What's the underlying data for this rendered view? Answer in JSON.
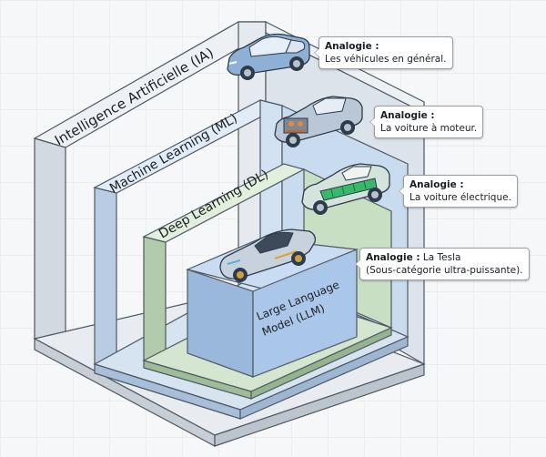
{
  "layers": {
    "ia": {
      "label": "Intelligence Artificielle (IA)"
    },
    "ml": {
      "label": "Machine Learning (ML)"
    },
    "dl": {
      "label": "Deep Learning (DL)"
    },
    "llm": {
      "label_line1": "Large Language",
      "label_line2": "Model (LLM)"
    }
  },
  "callouts": {
    "ia": {
      "title": "Analogie :",
      "text": "Les véhicules en général."
    },
    "ml": {
      "title": "Analogie :",
      "text": "La voiture à moteur."
    },
    "dl": {
      "title": "Analogie :",
      "text": "La voiture électrique."
    },
    "llm": {
      "title": "Analogie :",
      "text_inline": " La Tesla",
      "text": "(Sous-catégorie ultra-puissante)."
    }
  },
  "colors": {
    "ia_front": "#dde3ea",
    "ia_top": "#eef1f4",
    "ia_side": "#c7ced6",
    "ml_front": "#c9dcef",
    "ml_top": "#e1ecf7",
    "ml_side": "#b3c9e1",
    "dl_front": "#c9dfc4",
    "dl_top": "#e2efdc",
    "dl_side": "#b1cbab",
    "llm_front": "#aac6e8",
    "llm_top": "#c9dcf2",
    "llm_side": "#90b0d8",
    "stroke": "#4f5862"
  },
  "icons": [
    "sedan-car-icon",
    "engine-car-icon",
    "electric-car-icon",
    "sports-car-icon"
  ]
}
